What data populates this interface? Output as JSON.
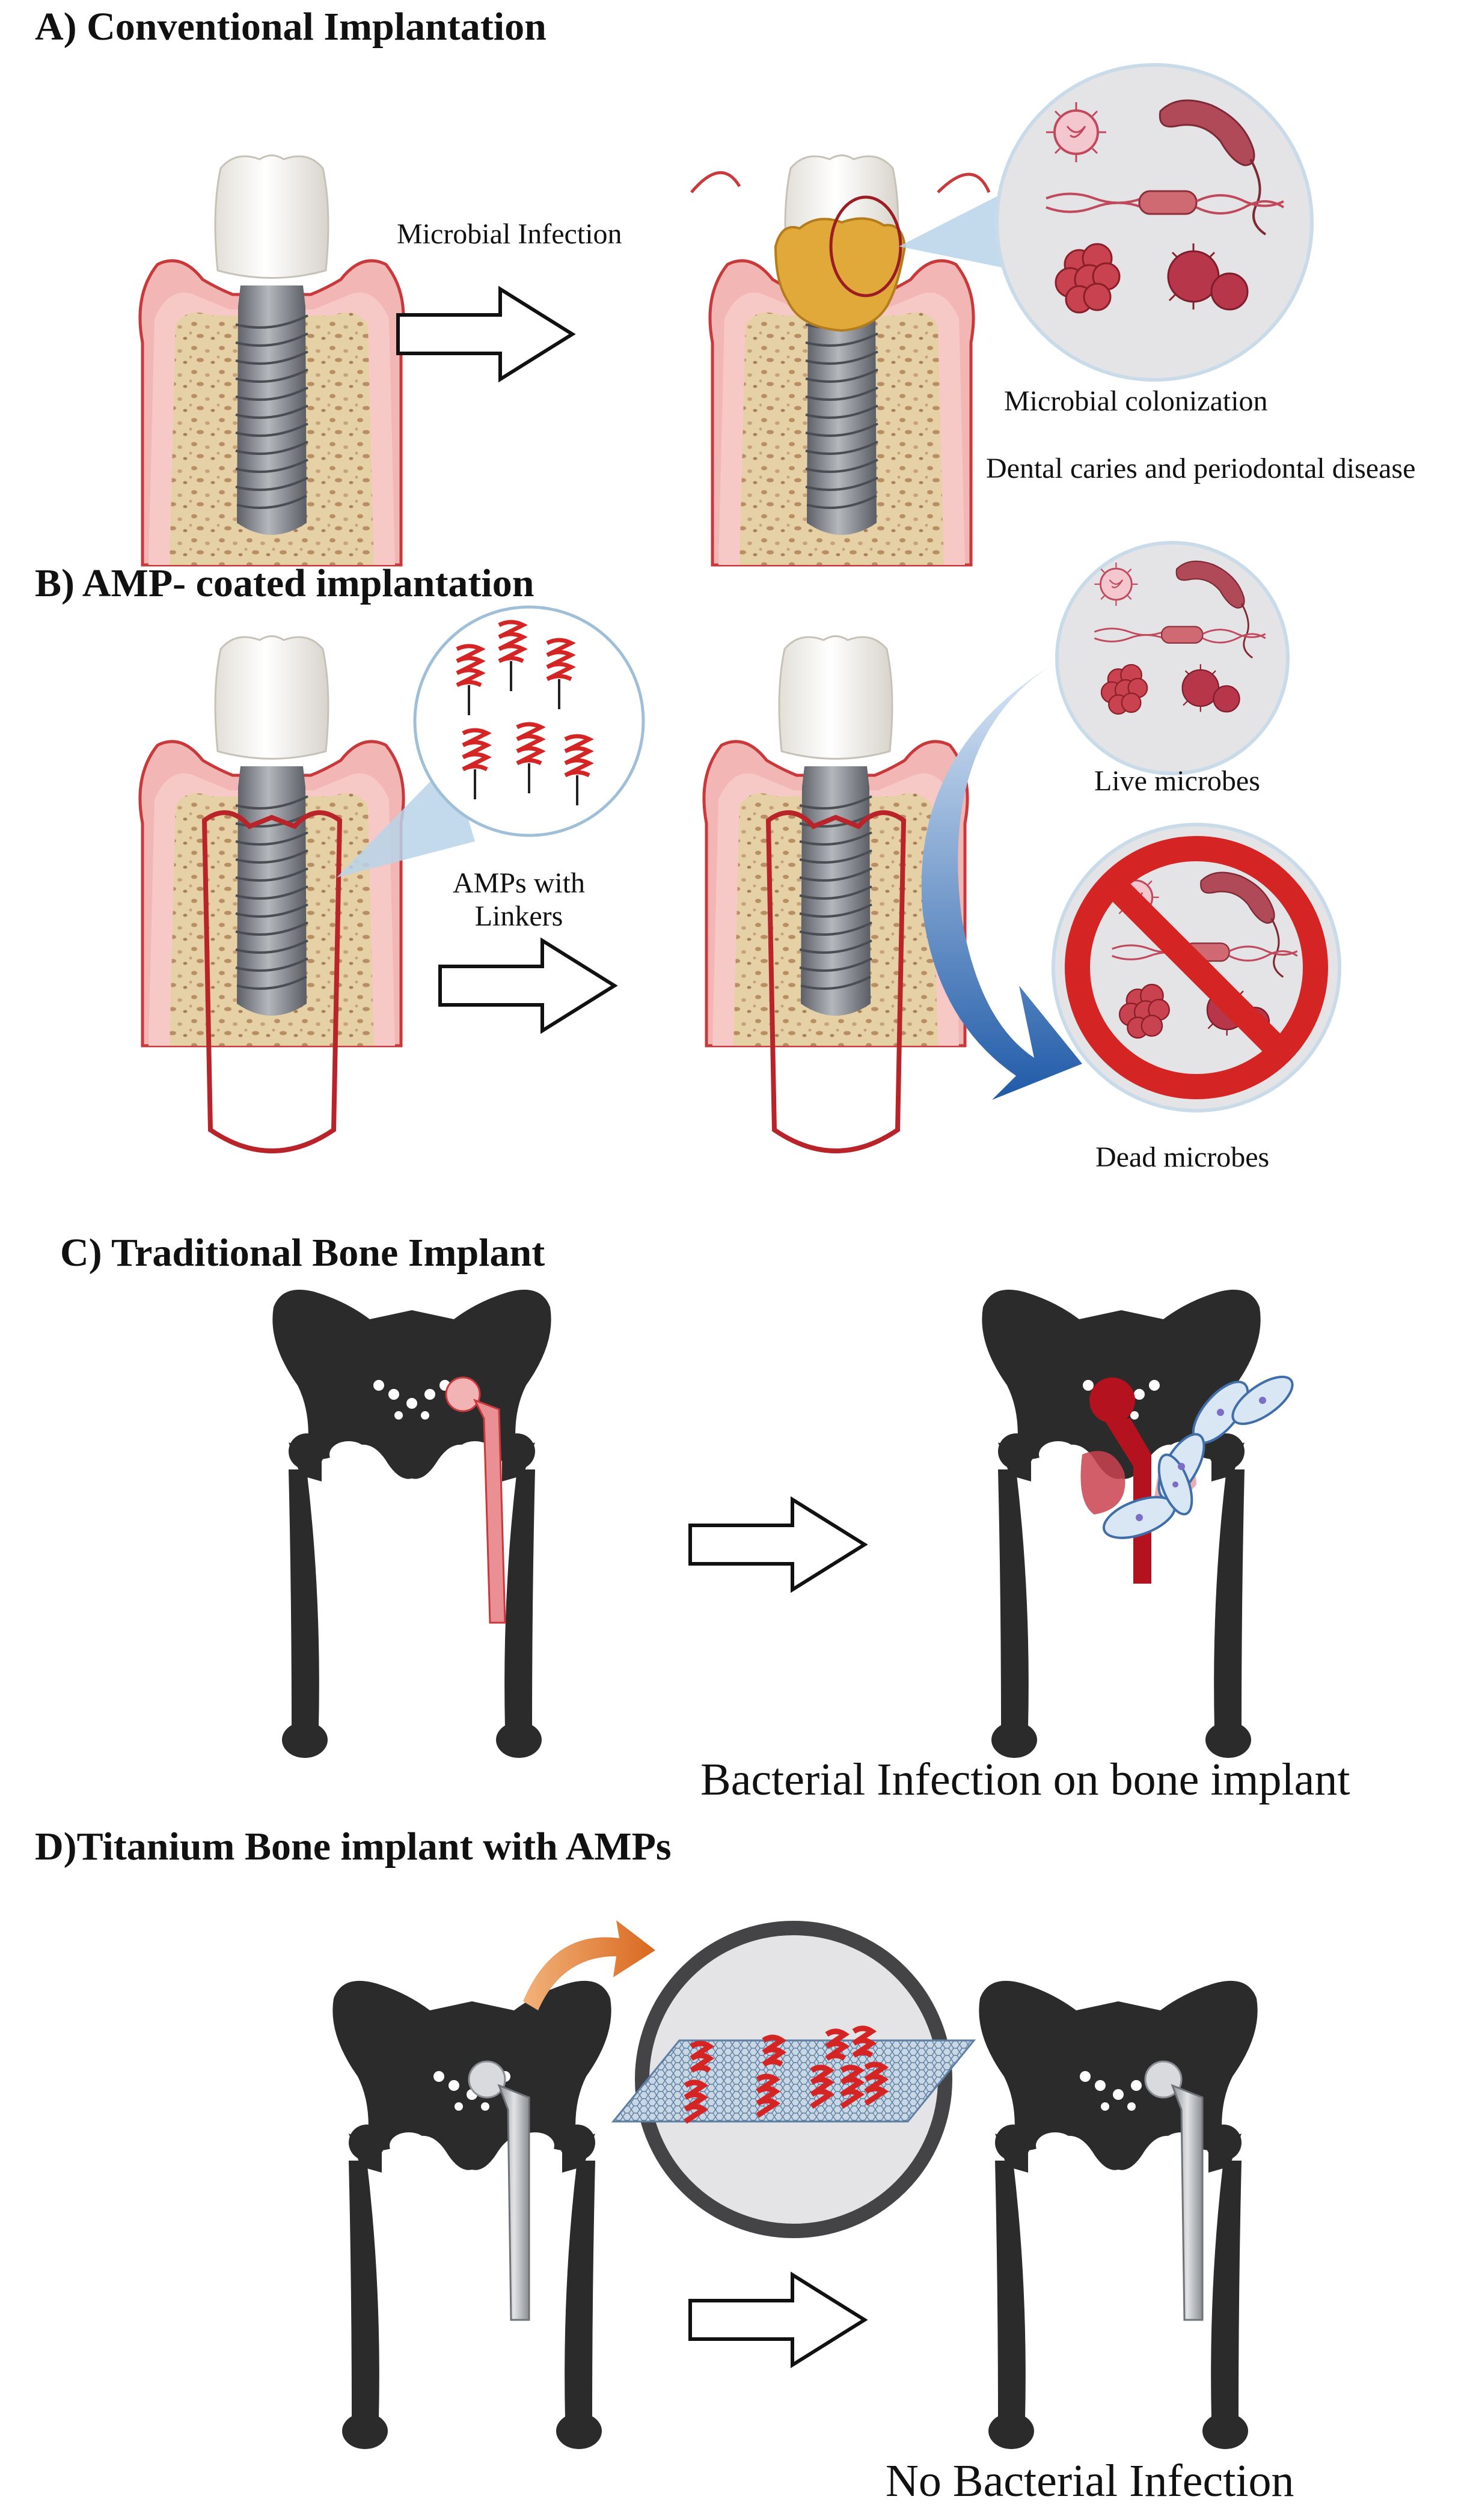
{
  "panels": {
    "a": {
      "heading": "A) Conventional Implantation",
      "arrow_label": "Microbial Infection",
      "colonization_label": "Microbial colonization",
      "disease_label": "Dental caries and periodontal disease"
    },
    "b": {
      "heading": "B) AMP- coated implantation",
      "arrow_label_line1": "AMPs with",
      "arrow_label_line2": "Linkers",
      "live_label": "Live microbes",
      "dead_label": "Dead microbes"
    },
    "c": {
      "heading": "C) Traditional Bone Implant",
      "infection_label": "Bacterial Infection on bone implant"
    },
    "d": {
      "heading": "D)Titanium Bone implant with AMPs",
      "result_label": "No Bacterial Infection"
    }
  },
  "colors": {
    "gum": "#f2b7b4",
    "gum_edge": "#c9383b",
    "bone": "#e6d1a6",
    "bone_spots": "#b98e62",
    "implant": "#8a8d93",
    "tooth": "#f6f4ef",
    "plaque": "#e0a93a",
    "microbe": "#c0495e",
    "stop_red": "#d42424",
    "skeleton": "#2b2b2b",
    "infection": "#b3121e",
    "curved_arrow_blue": "#1f5aa8",
    "curved_arrow_orange": "#e07b2a",
    "mesh": "#5d7fa3"
  }
}
